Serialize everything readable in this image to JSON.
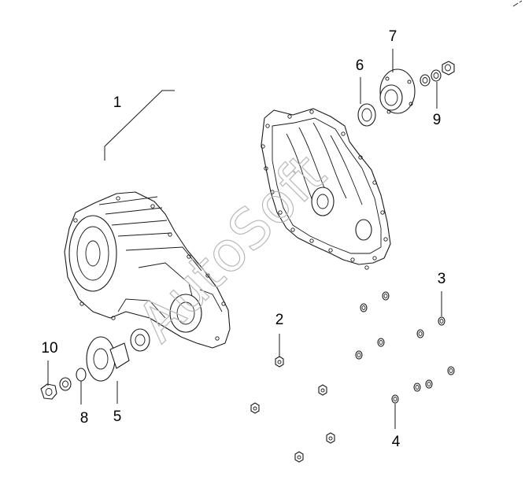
{
  "diagram": {
    "watermark": "AutoSoft",
    "callouts": [
      {
        "id": "1",
        "label": "1"
      },
      {
        "id": "2",
        "label": "2"
      },
      {
        "id": "3",
        "label": "3"
      },
      {
        "id": "4",
        "label": "4"
      },
      {
        "id": "5",
        "label": "5"
      },
      {
        "id": "6",
        "label": "6"
      },
      {
        "id": "7",
        "label": "7"
      },
      {
        "id": "8",
        "label": "8"
      },
      {
        "id": "9",
        "label": "9"
      },
      {
        "id": "10",
        "label": "10"
      }
    ]
  }
}
